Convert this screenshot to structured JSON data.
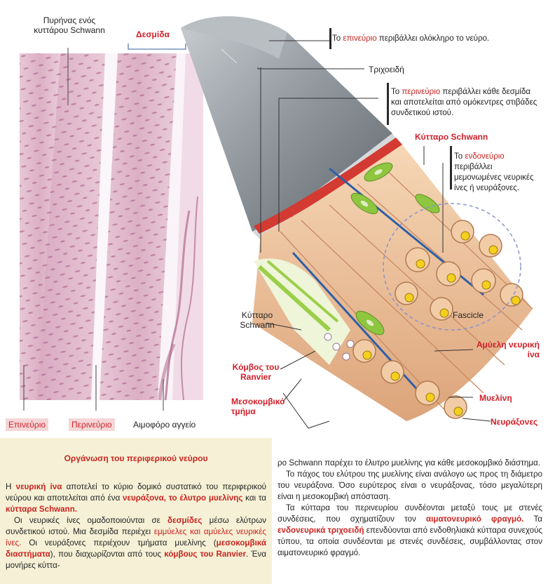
{
  "labels": {
    "schwann_nucleus": "Πυρήνας ενός κυττάρου Schwann",
    "desmida": "Δεσμίδα",
    "epineurio_note_pre": "Το ",
    "epineurio_note_hl": "επινεύριο",
    "epineurio_note_post": " περιβάλλει ολόκληρο το νεύρο.",
    "trichoeidi": "Τριχοειδή",
    "perineurio_note_pre": "Το ",
    "perineurio_note_hl": "περινεύριο",
    "perineurio_note_post": " περιβάλλει κάθε δεσμίδα και αποτελείται από ομόκεντρες στιβάδες συνδετικού ιστού.",
    "schwann_cell_red": "Κύτταρο Schwann",
    "endoneurio_note_pre": "Το ",
    "endoneurio_note_hl": "ενδονεύριο",
    "endoneurio_note_post": " περιβάλλει μεμονωμένες νευρικές ίνες ή νευράξονες.",
    "fascicle": "Fascicle",
    "schwann_cell": "Κύτταρο Schwann",
    "ranvier": "Κόμβος του Ranvier",
    "amyeli": "Αμύελη νευρική ίνα",
    "mesokombiko": "Μεσοκομβικό τμήμα",
    "myelini": "Μυελίνη",
    "neuraxones": "Νευράξονες",
    "epineurio": "Επινεύριο",
    "perineurio": "Περινεύριο",
    "aimoforo": "Αιμοφόρο αγγείο"
  },
  "caption": {
    "title": "Οργάνωση του περιφερικού νεύρου",
    "p1_a": "Η ",
    "p1_b": "νευρική ίνα",
    "p1_c": " αποτελεί το κύριο δομικό συστατικό του περιφερικού νεύρου και αποτελείται από ένα ",
    "p1_d": "νευράξονα, το έλυτρο μυελίνης",
    "p1_e": " και τα ",
    "p1_f": "κύτταρα Schwann.",
    "p2_a": "Οι νευρικές ίνες ομαδοποιούνται σε ",
    "p2_b": "δεσμίδες",
    "p2_c": " μέσω ελύτρων συνδετικού ιστού. Μια δεσμίδα περιέχει ",
    "p2_d": "εμμύελες και αμύελες νευρικές ίνες.",
    "p2_e": " Οι νευράξονες περιέχουν τμήματα μυελίνης (",
    "p2_f": "μεσοκομβικά διαστήματα",
    "p2_g": "), που διαχωρίζονται από τους ",
    "p2_h": "κόμβους του Ranvier",
    "p2_i": ". Ένα μονήρες κύττα-",
    "p3": "ρο Schwann παρέχει το έλυτρο μυελίνης για κάθε μεσοκομβικό διάστημα.",
    "p4": "Το πάχος του ελύτρου της μυελίνης είναι ανάλογο ως προς τη διάμετρο του νευράξονα. Όσο ευρύτερος είναι ο νευράξονας, τόσο μεγαλύτερη είναι η μεσοκομβική απόσταση.",
    "p5_a": "Τα κύτταρα του περινευρίου συνδέονται μεταξύ τους με στενές συνδέσεις, που σχηματίζουν τον ",
    "p5_b": "αιματονευρικό φραγμό.",
    "p5_c": " Τα ",
    "p5_d": "ενδονευρικά τριχοειδή",
    "p5_e": " επενδύονται από ενδοθηλιακά κύτταρα συνεχούς τύπου, τα οποία συνδέονται με στενές συνδέσεις, συμβάλλοντας στον αιματονευρικό φραγμό."
  },
  "colors": {
    "accent_red": "#d0202a",
    "caption_bg": "#f6f1d6",
    "tissue_pink": "#e6c3d2",
    "sheath_gray": "#8e959b",
    "myelin_tan": "#f0c9a2",
    "axon_yellow": "#f4cf1c"
  }
}
